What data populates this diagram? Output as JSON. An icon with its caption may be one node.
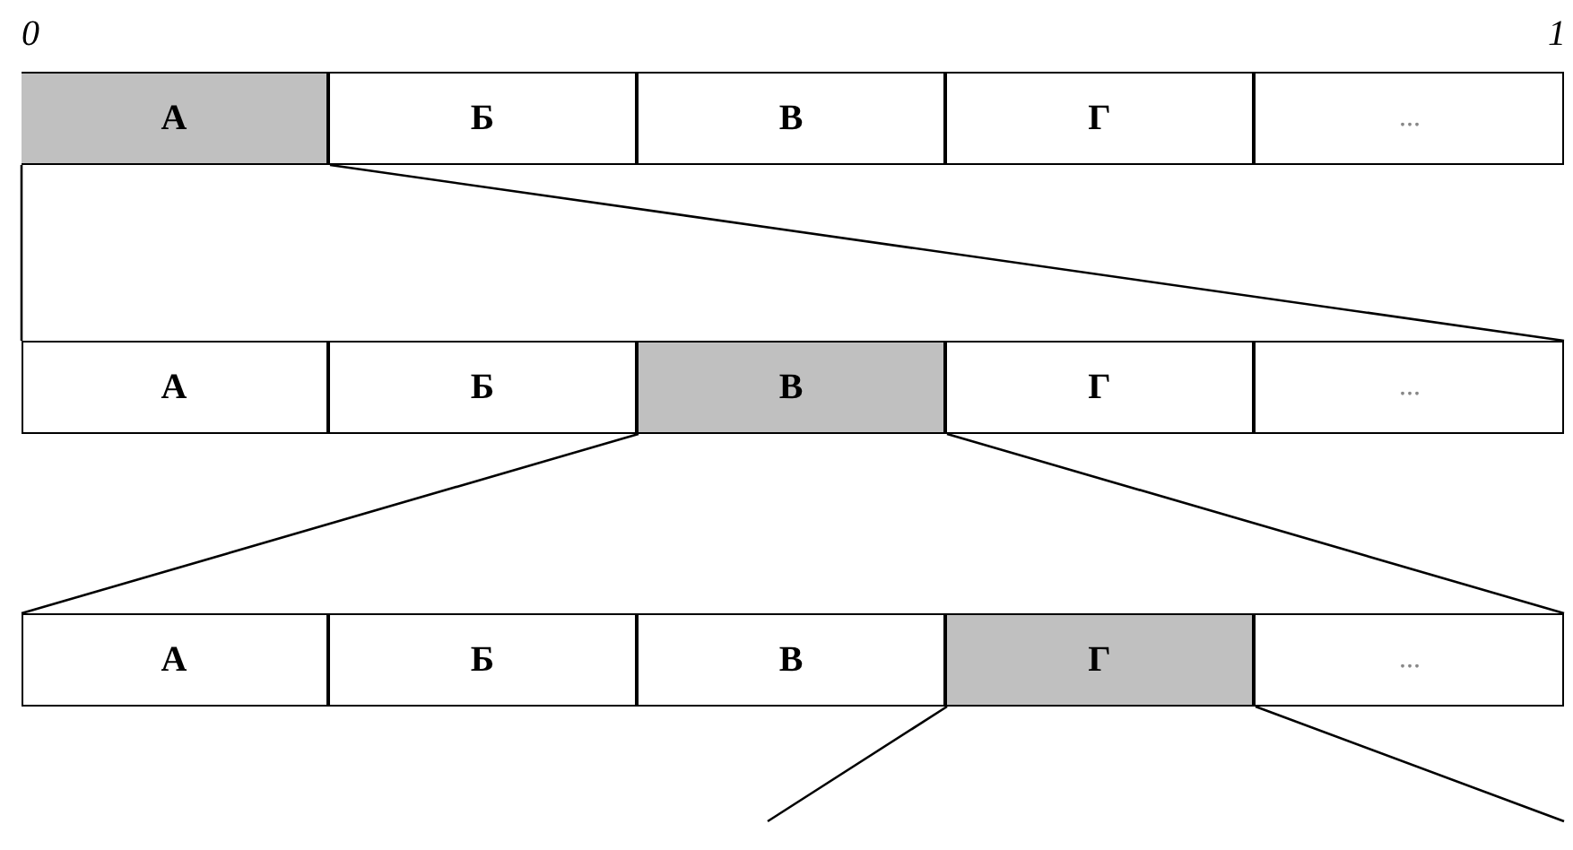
{
  "diagram": {
    "nodes": [
      {
        "text": [],
        "shape": "bar"
      },
      {
        "text": [
          "А"
        ],
        "in": 0
      },
      {
        "text": [
          "Б"
        ],
        "in": 0
      },
      {
        "text": [
          "В"
        ],
        "in": 0
      },
      {
        "text": [
          "Г"
        ],
        "in": 0
      },
      {
        "text": [
          "..."
        ],
        "in": 0
      },
      {
        "text": [],
        "shape": "bar"
      },
      {
        "text": [
          "А"
        ],
        "in": 6
      },
      {
        "text": [
          "Б"
        ],
        "in": 6
      },
      {
        "text": [
          "В"
        ],
        "in": 6
      },
      {
        "text": [
          "Г"
        ],
        "in": 6
      },
      {
        "text": [
          "..."
        ],
        "in": 6
      },
      {
        "text": [],
        "shape": "bar"
      },
      {
        "text": [
          "А"
        ],
        "in": 12
      },
      {
        "text": [
          "Б"
        ],
        "in": 12
      },
      {
        "text": [
          "В"
        ],
        "in": 12
      },
      {
        "text": [
          "Г"
        ],
        "in": 12
      },
      {
        "text": [
          "..."
        ],
        "in": 12
      }
    ],
    "edges": [
      {
        "from": 1,
        "to": 6,
        "arrow": "none"
      },
      {
        "from": 1,
        "to": 6,
        "arrow": "none"
      },
      {
        "from": 9,
        "to": 12,
        "arrow": "none"
      },
      {
        "from": 9,
        "to": 12,
        "arrow": "none"
      },
      {
        "from": 16,
        "to": null,
        "arrow": "none"
      },
      {
        "from": 16,
        "to": null,
        "arrow": "none"
      }
    ],
    "labels": [
      "0",
      "1"
    ]
  }
}
